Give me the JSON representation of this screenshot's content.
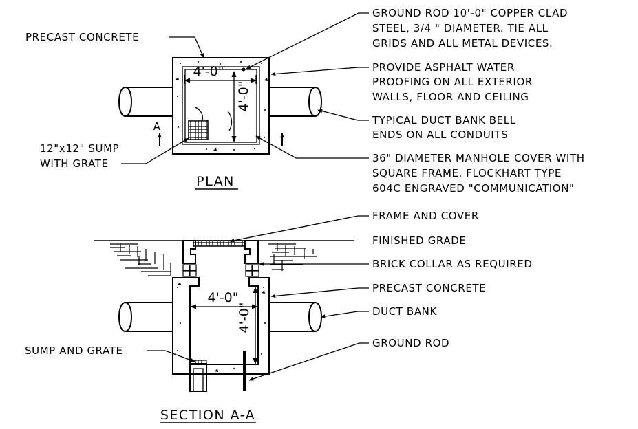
{
  "plan": {
    "title": "PLAN",
    "section_mark": "A",
    "dim_width": "4'-0\"",
    "dim_height": "4'-0\"",
    "labels": {
      "precast_concrete": "PRECAST CONCRETE",
      "sump_line1": "12\"x12\" SUMP",
      "sump_line2": "WITH GRATE",
      "ground_rod_line1": "GROUND ROD 10'-0\" COPPER CLAD",
      "ground_rod_line2": "STEEL, 3/4 \" DIAMETER. TIE ALL",
      "ground_rod_line3": "GRIDS AND ALL METAL DEVICES.",
      "asphalt_line1": "PROVIDE ASPHALT WATER",
      "asphalt_line2": "PROOFING ON ALL EXTERIOR",
      "asphalt_line3": "WALLS, FLOOR AND CEILING",
      "bell_line1": "TYPICAL DUCT BANK BELL",
      "bell_line2": "ENDS ON ALL CONDUITS",
      "cover_line1": "36\" DIAMETER MANHOLE COVER WITH",
      "cover_line2": "SQUARE FRAME. FLOCKHART TYPE",
      "cover_line3": "604C ENGRAVED \"COMMUNICATION\""
    }
  },
  "section": {
    "title": "SECTION A-A",
    "dim_width": "4'-0\"",
    "dim_height": "4'-0\"",
    "labels": {
      "frame_cover": "FRAME AND COVER",
      "finished_grade": "FINISHED GRADE",
      "brick_collar": "BRICK COLLAR AS REQUIRED",
      "precast_concrete": "PRECAST CONCRETE",
      "duct_bank": "DUCT BANK",
      "sump_grate": "SUMP AND GRATE",
      "ground_rod": "GROUND ROD"
    }
  },
  "colors": {
    "ink": "#000000",
    "paper": "#ffffff"
  }
}
